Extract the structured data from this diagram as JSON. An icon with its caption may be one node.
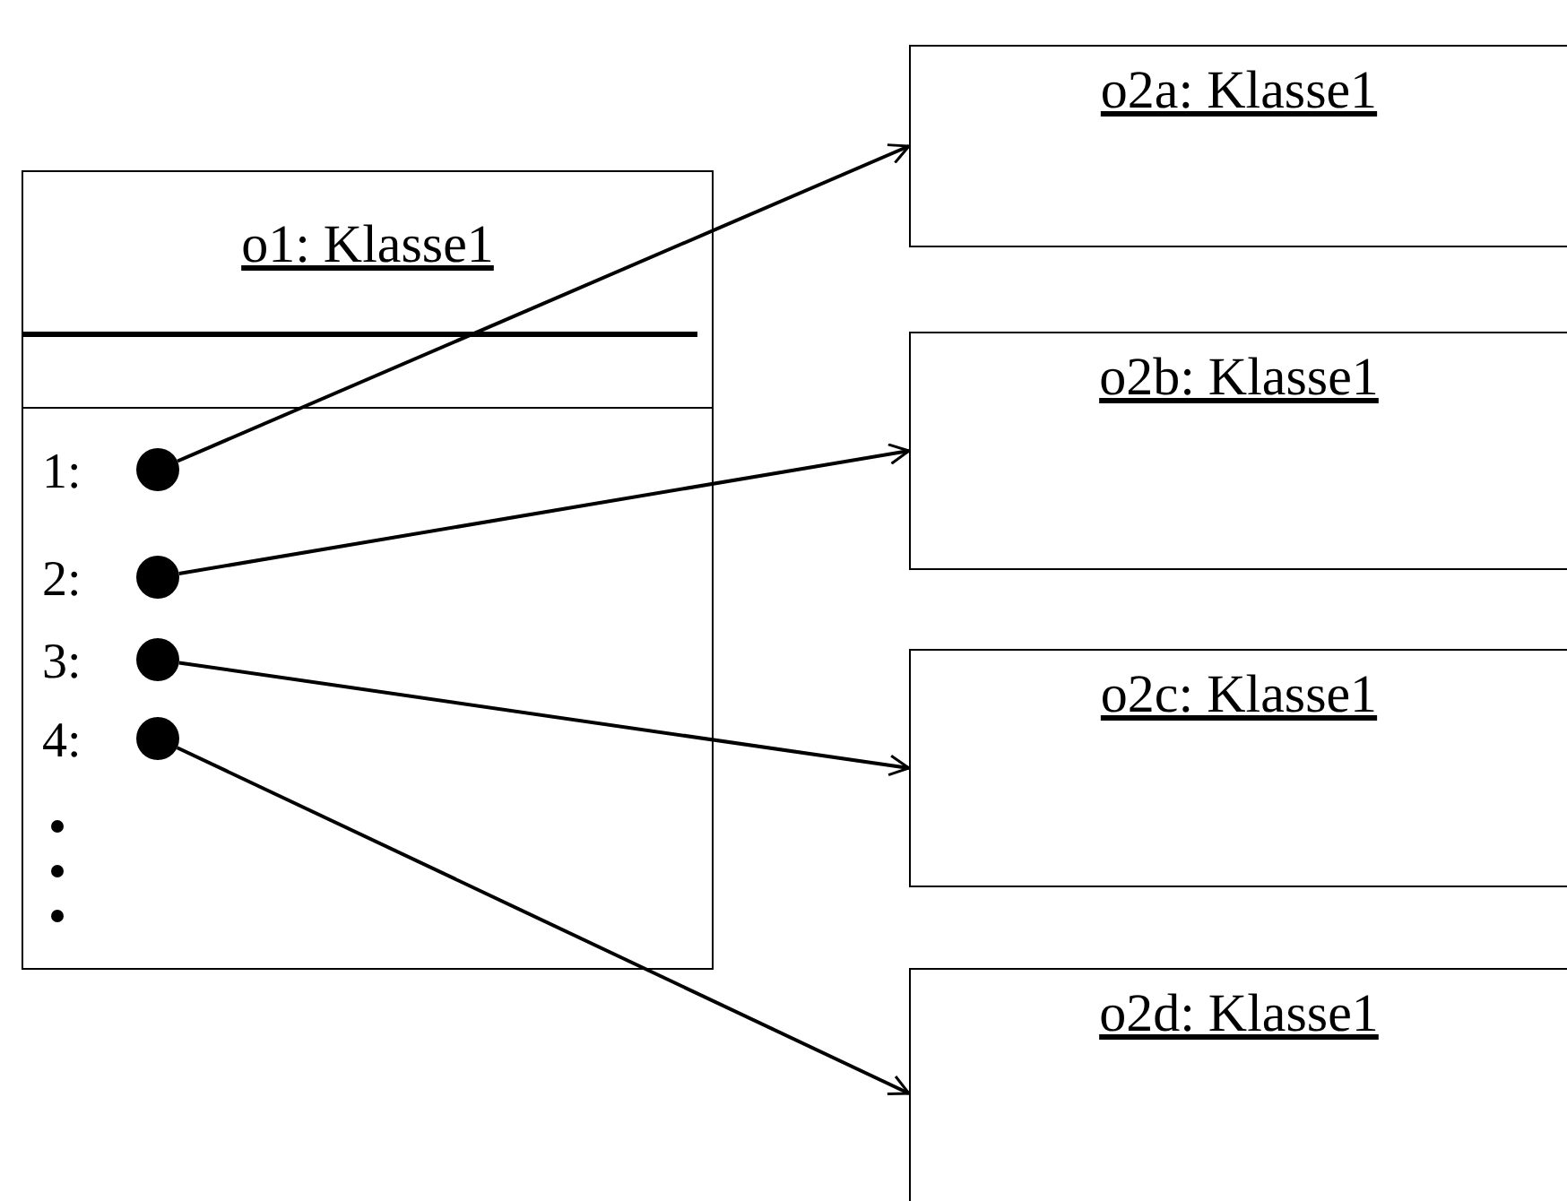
{
  "diagram": {
    "nodes": [
      {
        "text": [
          "o1: Klasse1"
        ]
      },
      {
        "text": [],
        "shape": "circle",
        "in": 0,
        "beside": [
          "1:"
        ]
      },
      {
        "text": [],
        "shape": "circle",
        "in": 0,
        "beside": [
          "2:"
        ]
      },
      {
        "text": [],
        "shape": "circle",
        "in": 0,
        "beside": [
          "3:"
        ]
      },
      {
        "text": [],
        "shape": "circle",
        "in": 0,
        "beside": [
          "4:"
        ]
      },
      {
        "text": [
          "o2a: Klasse1"
        ]
      },
      {
        "text": [
          "o2b: Klasse1"
        ]
      },
      {
        "text": [
          "o2c: Klasse1"
        ]
      },
      {
        "text": [
          "o2d: Klasse1"
        ]
      }
    ],
    "edges": [
      {
        "from": 1,
        "to": 5,
        "arrow": "to"
      },
      {
        "from": 2,
        "to": 6,
        "arrow": "to"
      },
      {
        "from": 3,
        "to": 7,
        "arrow": "to"
      },
      {
        "from": 4,
        "to": 8,
        "arrow": "to"
      }
    ]
  }
}
